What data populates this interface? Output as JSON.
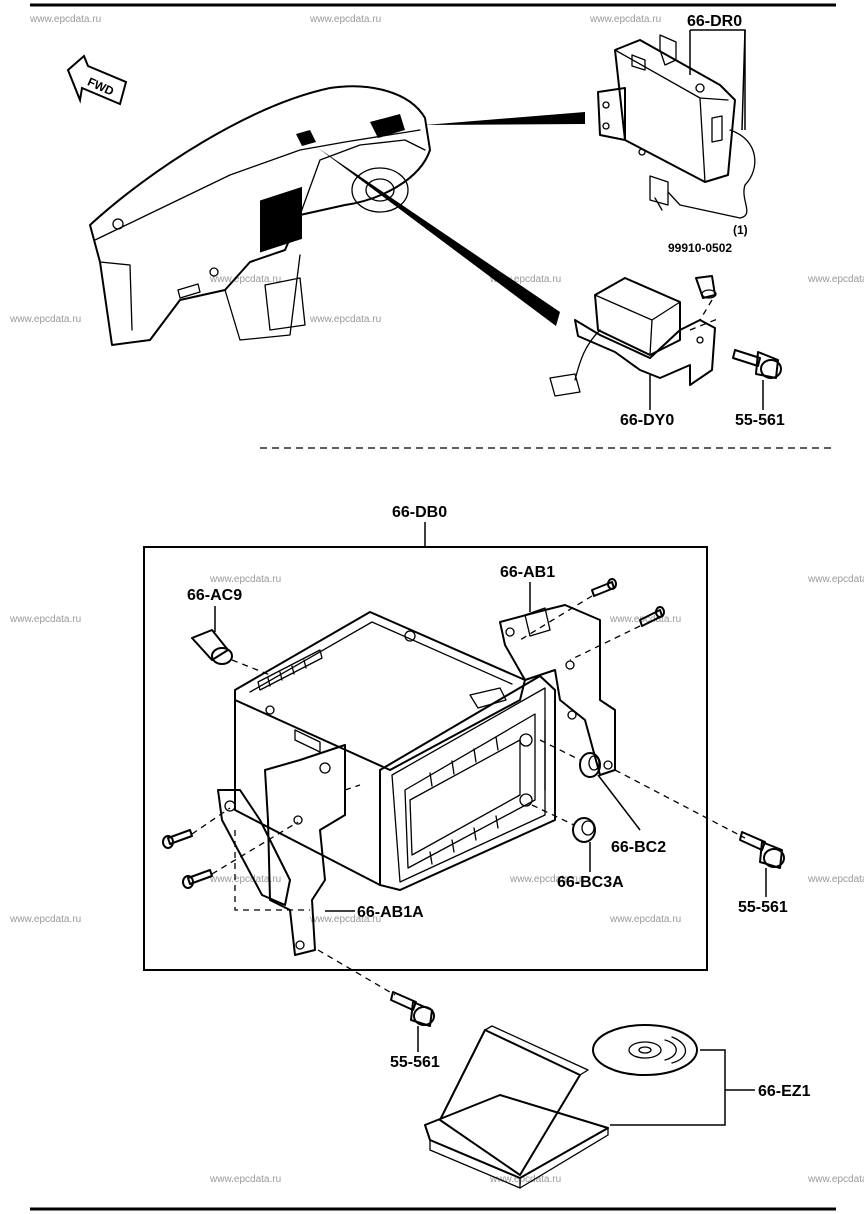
{
  "watermark": "www.epcdata.ru",
  "fwd_label": "FWD",
  "callouts": {
    "dr0": "66-DR0",
    "qty": "(1)",
    "bulb_pn": "99910-0502",
    "dy0": "66-DY0",
    "bolt_top": "55-561",
    "db0": "66-DB0",
    "ac9": "66-AC9",
    "ab1": "66-AB1",
    "bc2": "66-BC2",
    "bc3a": "66-BC3A",
    "ab1a": "66-AB1A",
    "bolt_right": "55-561",
    "bolt_bottom": "55-561",
    "ez1": "66-EZ1"
  }
}
